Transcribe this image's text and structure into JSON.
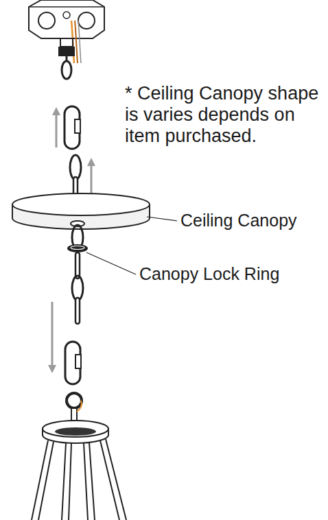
{
  "diagram": {
    "labels": [
      "* Ceiling Canopy shape is varies depends on item purchased.",
      "Ceiling Canopy",
      "Canopy Lock Ring"
    ]
  }
}
